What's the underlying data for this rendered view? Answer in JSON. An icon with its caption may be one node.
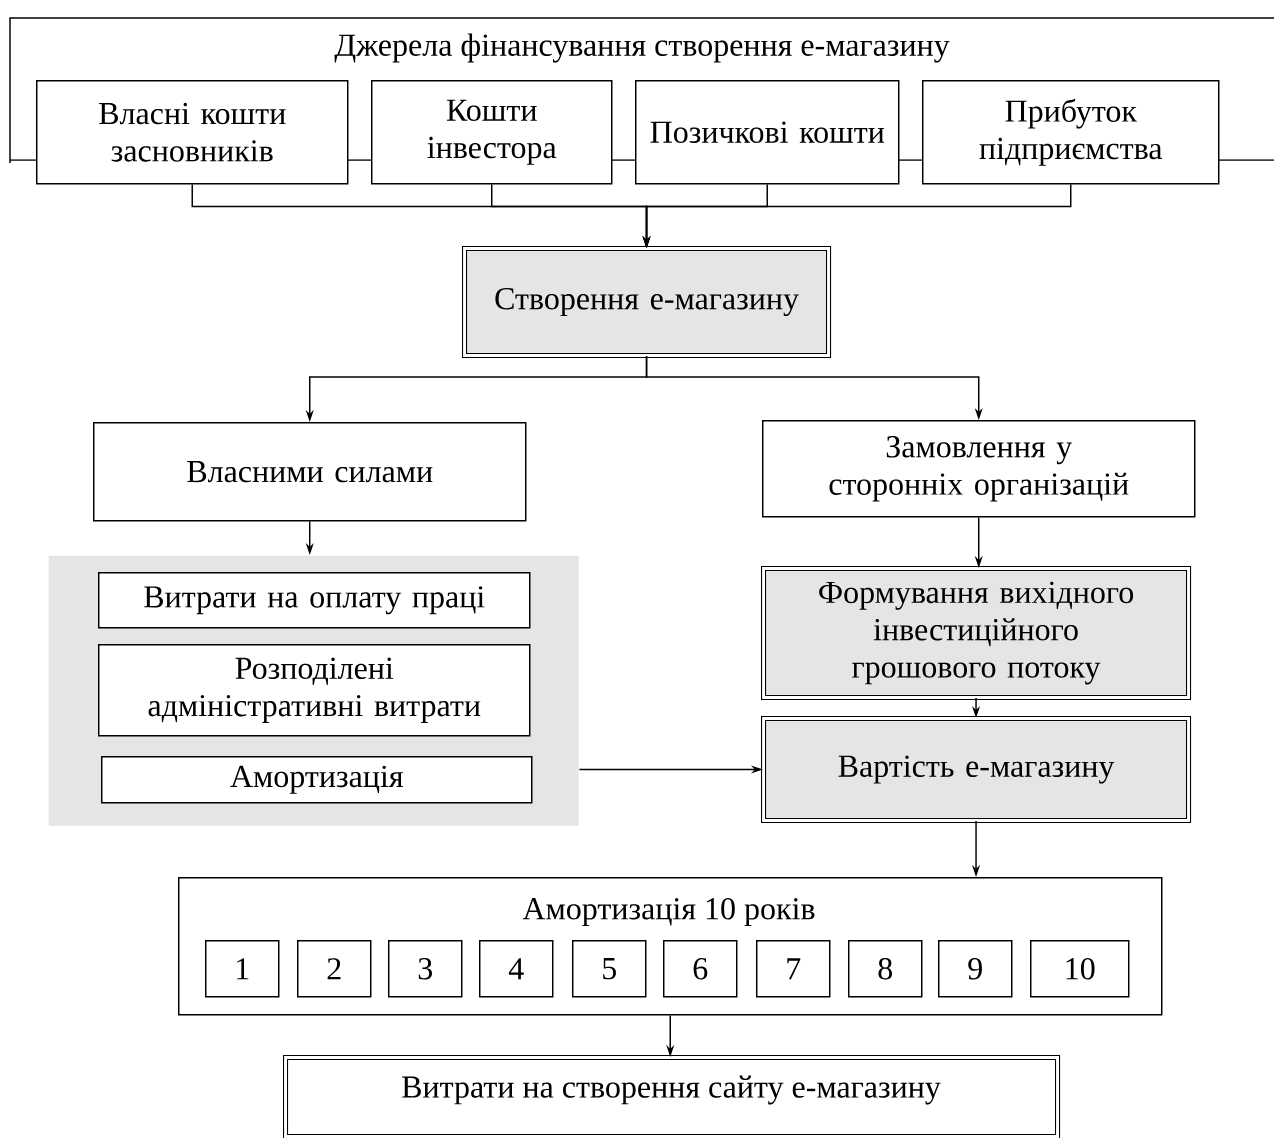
{
  "diagram": {
    "nodes": [
      {
        "text": [
          "Джерела фінансування створення е-магазину"
        ]
      },
      {
        "text": [
          "Власні кошти засновників"
        ]
      },
      {
        "text": [
          "Кошти інвестора"
        ]
      },
      {
        "text": [
          "Позичкові кошти"
        ]
      },
      {
        "text": [
          "Прибуток підприємства"
        ]
      },
      {
        "text": [
          "Створення е-магазину"
        ]
      },
      {
        "text": [
          "Власними силами"
        ]
      },
      {
        "text": [
          "Замовлення у сторонніх організацій"
        ]
      },
      {
        "text": [],
        "shape": "box"
      },
      {
        "text": [
          "Витрати на оплату праці"
        ],
        "in": 8
      },
      {
        "text": [
          "Розподілені адміністративні витрати"
        ],
        "in": 8
      },
      {
        "text": [
          "Амортизація"
        ],
        "in": 8
      },
      {
        "text": [
          "Формування вихідного інвестиційного грошового потоку"
        ]
      },
      {
        "text": [
          "Вартість е-магазину"
        ]
      },
      {
        "text": [
          "Амортизація 10 років"
        ]
      },
      {
        "text": [
          "1"
        ],
        "in": 14
      },
      {
        "text": [
          "2"
        ],
        "in": 14
      },
      {
        "text": [
          "3"
        ],
        "in": 14
      },
      {
        "text": [
          "4"
        ],
        "in": 14
      },
      {
        "text": [
          "5"
        ],
        "in": 14
      },
      {
        "text": [
          "6"
        ],
        "in": 14
      },
      {
        "text": [
          "7"
        ],
        "in": 14
      },
      {
        "text": [
          "8"
        ],
        "in": 14
      },
      {
        "text": [
          "9"
        ],
        "in": 14
      },
      {
        "text": [
          "10"
        ],
        "in": 14
      },
      {
        "text": [
          "Витрати на створення сайту е-магазину"
        ]
      }
    ],
    "edges": [
      {
        "from": 1,
        "to": 5,
        "arrow": "to"
      },
      {
        "from": 2,
        "to": 5,
        "arrow": "to"
      },
      {
        "from": 3,
        "to": 5,
        "arrow": "to"
      },
      {
        "from": 4,
        "to": 5,
        "arrow": "to"
      },
      {
        "from": 5,
        "to": 6,
        "arrow": "to"
      },
      {
        "from": 5,
        "to": 7,
        "arrow": "to"
      },
      {
        "from": 6,
        "to": 8,
        "arrow": "to"
      },
      {
        "from": 7,
        "to": 12,
        "arrow": "to"
      },
      {
        "from": 12,
        "to": 13,
        "arrow": "to"
      },
      {
        "from": 8,
        "to": 13,
        "arrow": "to"
      },
      {
        "from": 13,
        "to": 14,
        "arrow": "to"
      },
      {
        "from": 14,
        "to": 25,
        "arrow": "to"
      }
    ]
  }
}
